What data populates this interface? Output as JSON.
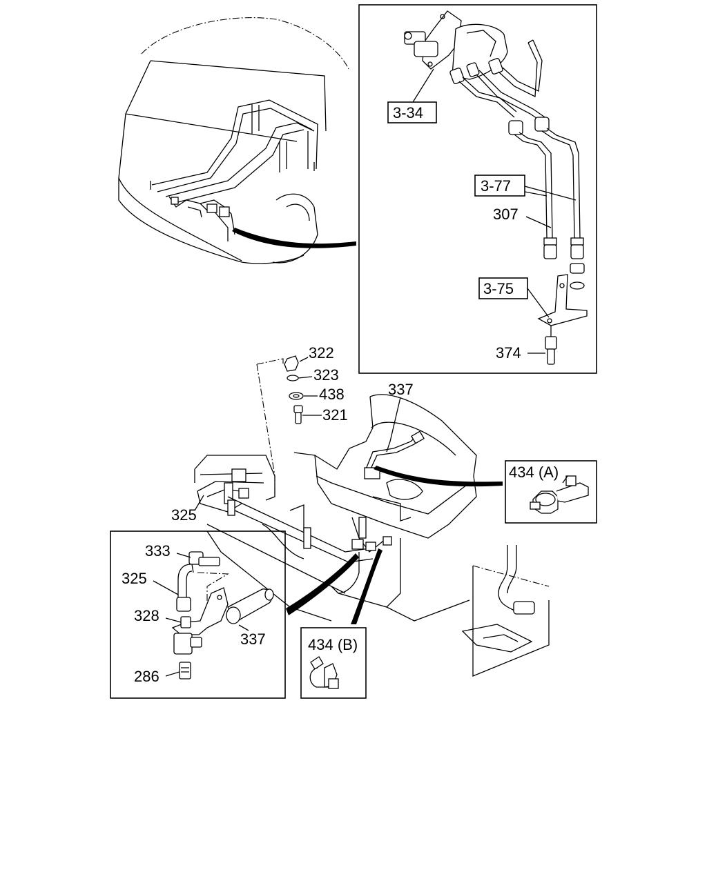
{
  "labels": {
    "ref_3_34": "3-34",
    "ref_3_77": "3-77",
    "ref_3_75": "3-75",
    "p307": "307",
    "p374": "374",
    "p322": "322",
    "p323": "323",
    "p438": "438",
    "p321": "321",
    "p337_top": "337",
    "p434a": "434 (A)",
    "p325_main": "325",
    "p333": "333",
    "p325_inset": "325",
    "p328": "328",
    "p337_inset": "337",
    "p286": "286",
    "p434b": "434 (B)"
  }
}
